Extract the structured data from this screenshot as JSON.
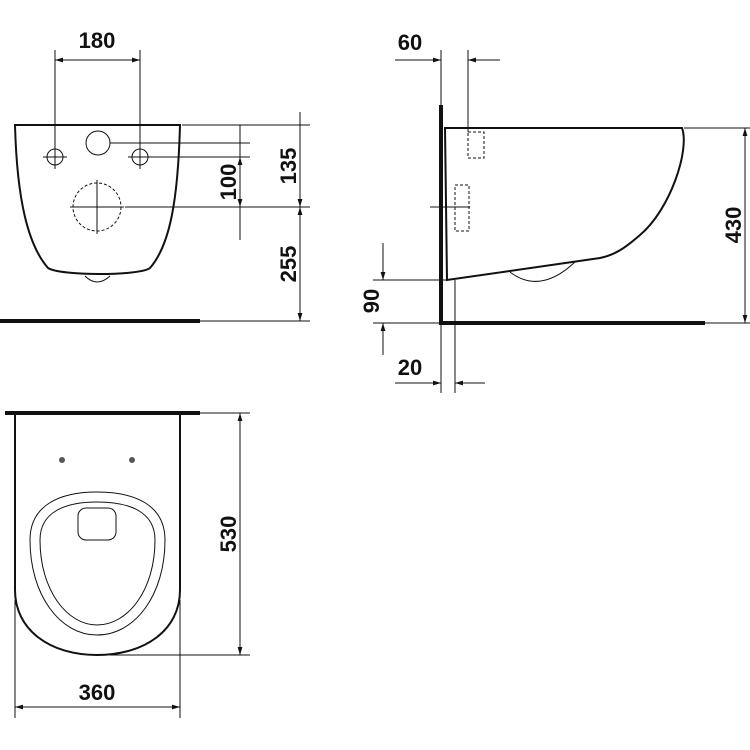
{
  "title": "Wall-hung toilet dimension drawing",
  "dimensions": {
    "front_hole_spacing": "180",
    "front_hole_height_small": "100",
    "front_hole_height_top": "135",
    "front_outlet_height": "255",
    "side_top_offset": "60",
    "side_height": "430",
    "side_bottom_offset": "90",
    "side_wall_gap": "20",
    "top_length": "530",
    "top_width": "360"
  }
}
